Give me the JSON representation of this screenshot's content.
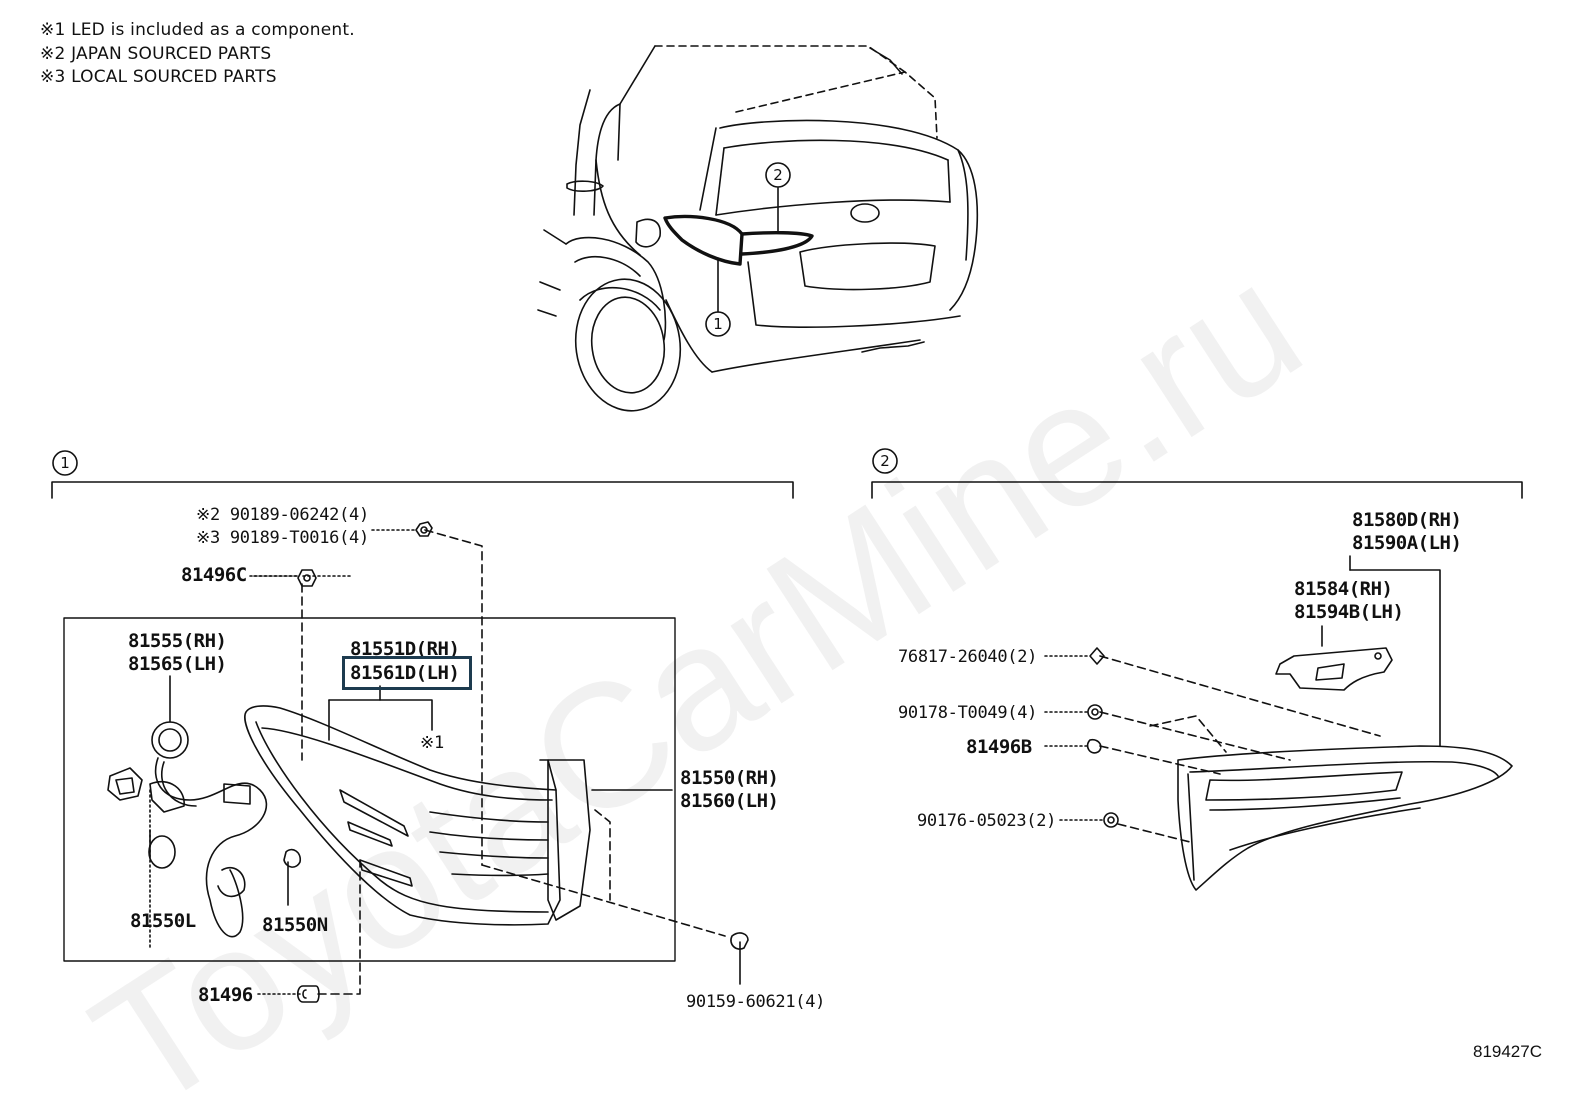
{
  "notes": [
    "※1 LED is included as a component.",
    "※2 JAPAN SOURCED PARTS",
    "※3 LOCAL SOURCED PARTS"
  ],
  "callouts": {
    "lamp1": "1",
    "lamp2": "2",
    "group1": "1",
    "group2": "2"
  },
  "group1": {
    "part_90189_06242": "※2 90189-06242(4)",
    "part_90189_T0016": "※3 90189-T0016(4)",
    "part_81496C": "81496C",
    "part_81555": "81555(RH)",
    "part_81565": "81565(LH)",
    "part_81551D": "81551D(RH)",
    "part_81561D": "81561D(LH)",
    "note_led": "※1",
    "part_81550": "81550(RH)",
    "part_81560": "81560(LH)",
    "part_81550L": "81550L",
    "part_81550N": "81550N",
    "part_81496": "81496",
    "part_90159": "90159-60621(4)"
  },
  "group2": {
    "part_81580D": "81580D(RH)",
    "part_81590A": "81590A(LH)",
    "part_81584": "81584(RH)",
    "part_81594B": "81594B(LH)",
    "part_76817": "76817-26040(2)",
    "part_90178": "90178-T0049(4)",
    "part_81496B": "81496B",
    "part_90176": "90176-05023(2)"
  },
  "watermark": "ToyotaCarMine.ru",
  "diagram_code": "819427C",
  "colors": {
    "line": "#111111",
    "highlight": "#1d3b4f"
  }
}
